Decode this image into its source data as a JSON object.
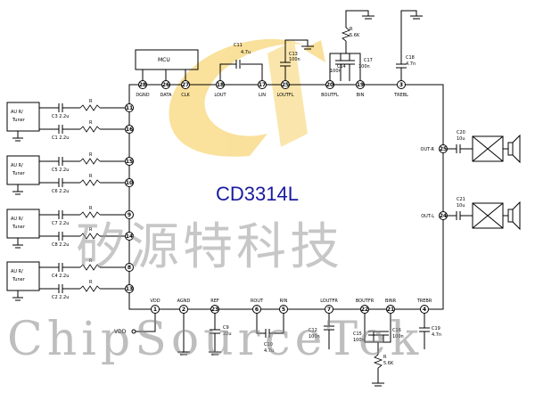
{
  "chip": {
    "name": "CD3314L",
    "top_pins": [
      {
        "num": "28",
        "label": "DGND"
      },
      {
        "num": "26",
        "label": "DATA"
      },
      {
        "num": "27",
        "label": "CLK"
      },
      {
        "num": "18",
        "label": "LOUT"
      },
      {
        "num": "17",
        "label": "LIN"
      },
      {
        "num": "25",
        "label": "LOUTFL"
      },
      {
        "num": "20",
        "label": "BOUTFL"
      },
      {
        "num": "19",
        "label": "BIN"
      },
      {
        "num": "3",
        "label": "TREBL"
      }
    ],
    "bottom_pins": [
      {
        "num": "1",
        "label": "VDD"
      },
      {
        "num": "2",
        "label": "AGND"
      },
      {
        "num": "23",
        "label": "REF"
      },
      {
        "num": "6",
        "label": "ROUT"
      },
      {
        "num": "5",
        "label": "RIN"
      },
      {
        "num": "7",
        "label": "LOUTFR"
      },
      {
        "num": "22",
        "label": "BOUTFR"
      },
      {
        "num": "21",
        "label": "BINR"
      },
      {
        "num": "4",
        "label": "TREBR"
      }
    ],
    "left_pins": [
      "11",
      "16",
      "15",
      "10",
      "9",
      "14",
      "8",
      "13"
    ],
    "right_pins": [
      {
        "num": "25",
        "label": "OUT-R"
      },
      {
        "num": "24",
        "label": "OUT-L"
      }
    ]
  },
  "inputs": [
    {
      "line1": "AU R/",
      "line2": "Tuner",
      "caps": [
        "C3 2.2u",
        "C1 2.2u"
      ]
    },
    {
      "line1": "AU R/",
      "line2": "Tuner",
      "caps": [
        "C5 2.2u",
        "C6 2.2u"
      ]
    },
    {
      "line1": "AU R/",
      "line2": "Tuner",
      "caps": [
        "C7 2.2u",
        "C8 2.2u"
      ]
    },
    {
      "line1": "AU R/",
      "line2": "Tuner",
      "caps": [
        "C4 2.2u",
        "C2 2.2u"
      ]
    }
  ],
  "resistor_label": "R",
  "mcu_label": "MCU",
  "components": {
    "c11": "C11",
    "c11_val": "4.7u",
    "c13": "C13",
    "c13_val": "100n",
    "c14": "C14",
    "c14_val": "100n",
    "c17": "C17",
    "c17_val": "100n",
    "c18": "C18",
    "c18_val": "4.7n",
    "r_top": "R",
    "r_top_val": "5.6K",
    "c20": "C20",
    "c20_val": "10u",
    "c21": "C21",
    "c21_val": "10u",
    "c9": "C9",
    "c9_val": "22u",
    "c10": "C10",
    "c10_val": "4.7u",
    "c12": "C12",
    "c12_val": "100n",
    "c15": "C15",
    "c15_val": "100n",
    "c16": "C16",
    "c16_val": "100n",
    "c19": "C19",
    "c19_val": "4.7n",
    "r_bot": "R",
    "r_bot_val": "5.6K",
    "vdd": "VDD"
  },
  "watermark": {
    "cn": "矽源特科技",
    "en": "ChipSourceTek"
  }
}
